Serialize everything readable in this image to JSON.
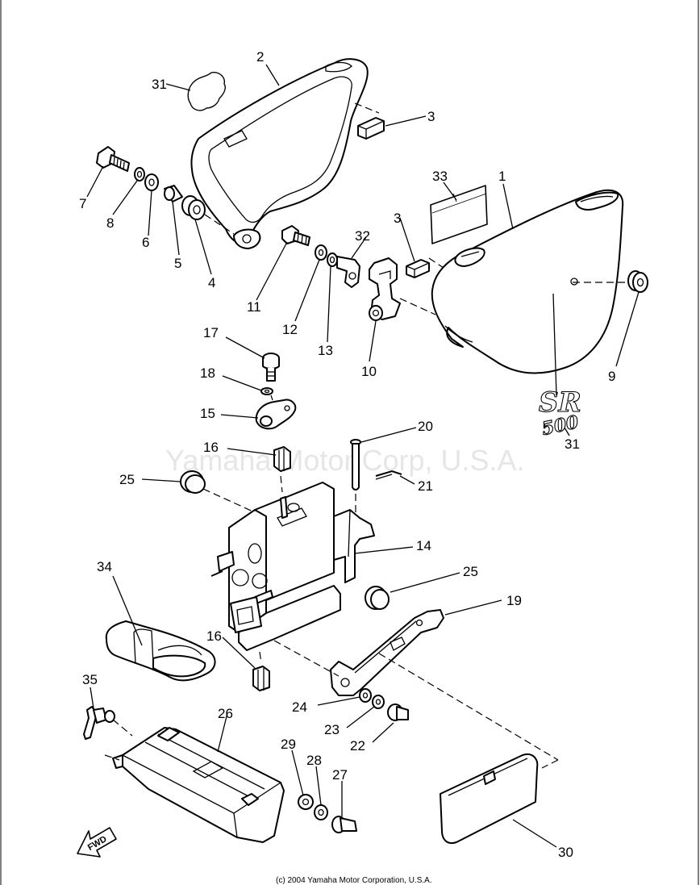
{
  "diagram": {
    "watermark": "Yamaha Motor Corp, U.S.A.",
    "copyright": "(c) 2004 Yamaha Motor Corporation, U.S.A.",
    "fwd_label": "FWD",
    "logo_model": "SR",
    "logo_displacement": "500"
  },
  "callouts": {
    "c1": "1",
    "c2": "2",
    "c3a": "3",
    "c3b": "3",
    "c4": "4",
    "c5": "5",
    "c6": "6",
    "c7": "7",
    "c8": "8",
    "c9": "9",
    "c10": "10",
    "c11": "11",
    "c12": "12",
    "c13": "13",
    "c14": "14",
    "c15": "15",
    "c16a": "16",
    "c16b": "16",
    "c17": "17",
    "c18": "18",
    "c19": "19",
    "c20": "20",
    "c21": "21",
    "c22": "22",
    "c23": "23",
    "c24": "24",
    "c25a": "25",
    "c25b": "25",
    "c26": "26",
    "c27": "27",
    "c28": "28",
    "c29": "29",
    "c30": "30",
    "c31a": "31",
    "c31b": "31",
    "c32": "32",
    "c33": "33",
    "c34": "34",
    "c35": "35"
  }
}
